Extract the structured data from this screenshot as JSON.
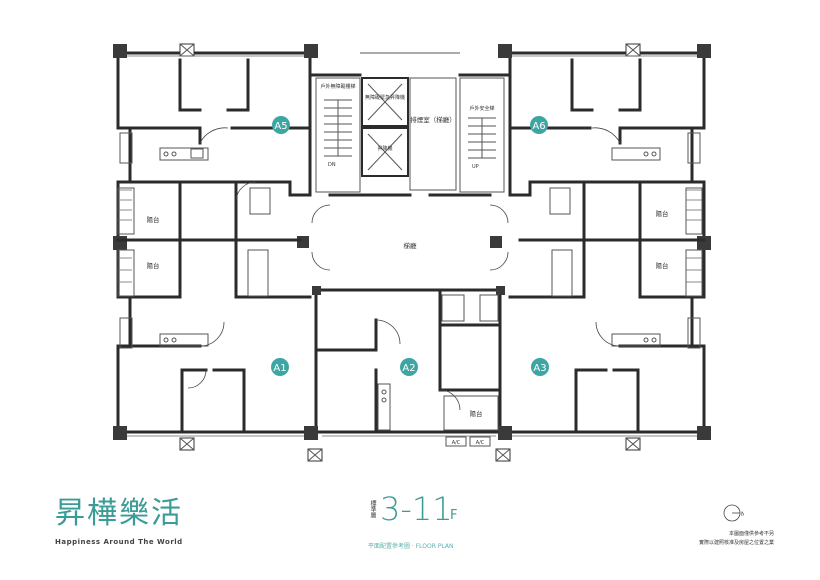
{
  "units": {
    "a5": "A5",
    "a6": "A6",
    "a1": "A1",
    "a2": "A2",
    "a3": "A3"
  },
  "rooms": {
    "stair_left": "戶外無障礙樓梯",
    "elevator_emergency": "無障礙緊急昇降機",
    "elevator": "昇降機",
    "refuge": "排煙室（梯廳）",
    "stair_right": "戶外安全梯",
    "lobby": "梯廳",
    "balcony_label": "陽台",
    "ac": "A/C",
    "up": "UP",
    "down": "DN"
  },
  "brand": {
    "title": "昇樺樂活",
    "subtitle": "Happiness Around The World"
  },
  "floor": {
    "vertical": "標準層",
    "range": "3-11",
    "suffix": "F",
    "caption": "平面配置參考圖 · FLOOR PLAN"
  },
  "compass": {
    "north": "N"
  },
  "notes": {
    "line1": "本圖面僅供參考不另",
    "line2": "實際以建照核准及房屋之位置之業"
  },
  "colors": {
    "accent": "#3ea6a2",
    "wall": "#2b2b2b"
  }
}
